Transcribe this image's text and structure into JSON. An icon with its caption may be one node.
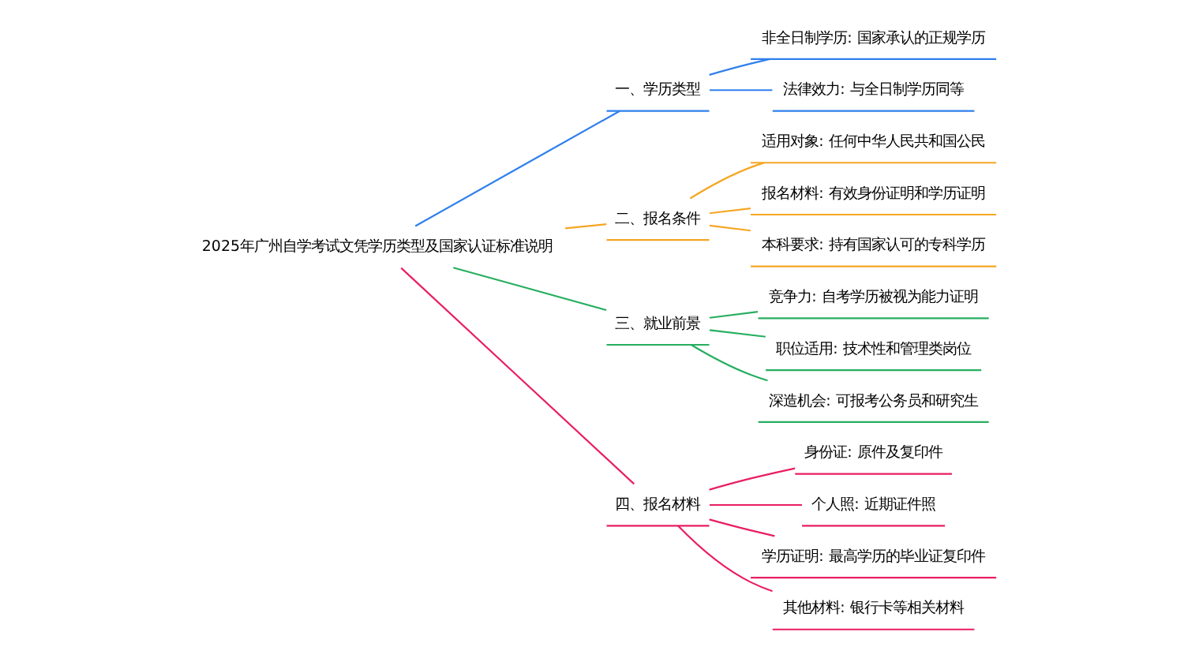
{
  "diagram": {
    "nodes": [
      {
        "text": [
          "2025年广州自学考试文凭学历类型及国家认证标准说明"
        ]
      },
      {
        "text": [
          "一、学历类型"
        ]
      },
      {
        "text": [
          "非全日制学历: 国家承认的正规学历"
        ]
      },
      {
        "text": [
          "法律效力: 与全日制学历同等"
        ]
      },
      {
        "text": [
          "二、报名条件"
        ]
      },
      {
        "text": [
          "适用对象: 任何中华人民共和国公民"
        ]
      },
      {
        "text": [
          "报名材料: 有效身份证明和学历证明"
        ]
      },
      {
        "text": [
          "本科要求: 持有国家认可的专科学历"
        ]
      },
      {
        "text": [
          "三、就业前景"
        ]
      },
      {
        "text": [
          "竞争力: 自考学历被视为能力证明"
        ]
      },
      {
        "text": [
          "职位适用: 技术性和管理类岗位"
        ]
      },
      {
        "text": [
          "深造机会: 可报考公务员和研究生"
        ]
      },
      {
        "text": [
          "四、报名材料"
        ]
      },
      {
        "text": [
          "身份证: 原件及复印件"
        ]
      },
      {
        "text": [
          "个人照: 近期证件照"
        ]
      },
      {
        "text": [
          "学历证明: 最高学历的毕业证复印件"
        ]
      },
      {
        "text": [
          "其他材料: 银行卡等相关材料"
        ]
      }
    ],
    "edges": [
      {
        "from": 0,
        "to": 1,
        "arrow": "none",
        "color": "#2f80ed"
      },
      {
        "from": 1,
        "to": 2,
        "arrow": "none",
        "color": "#2f80ed"
      },
      {
        "from": 1,
        "to": 3,
        "arrow": "none",
        "color": "#2f80ed"
      },
      {
        "from": 0,
        "to": 4,
        "arrow": "none",
        "color": "#f5a623"
      },
      {
        "from": 4,
        "to": 5,
        "arrow": "none",
        "color": "#f5a623"
      },
      {
        "from": 4,
        "to": 6,
        "arrow": "none",
        "color": "#f5a623"
      },
      {
        "from": 4,
        "to": 7,
        "arrow": "none",
        "color": "#f5a623"
      },
      {
        "from": 0,
        "to": 8,
        "arrow": "none",
        "color": "#27ae60"
      },
      {
        "from": 8,
        "to": 9,
        "arrow": "none",
        "color": "#27ae60"
      },
      {
        "from": 8,
        "to": 10,
        "arrow": "none",
        "color": "#27ae60"
      },
      {
        "from": 8,
        "to": 11,
        "arrow": "none",
        "color": "#27ae60"
      },
      {
        "from": 0,
        "to": 12,
        "arrow": "none",
        "color": "#e91e63"
      },
      {
        "from": 12,
        "to": 13,
        "arrow": "none",
        "color": "#e91e63"
      },
      {
        "from": 12,
        "to": 14,
        "arrow": "none",
        "color": "#e91e63"
      },
      {
        "from": 12,
        "to": 15,
        "arrow": "none",
        "color": "#e91e63"
      },
      {
        "from": 12,
        "to": 16,
        "arrow": "none",
        "color": "#e91e63"
      }
    ]
  }
}
